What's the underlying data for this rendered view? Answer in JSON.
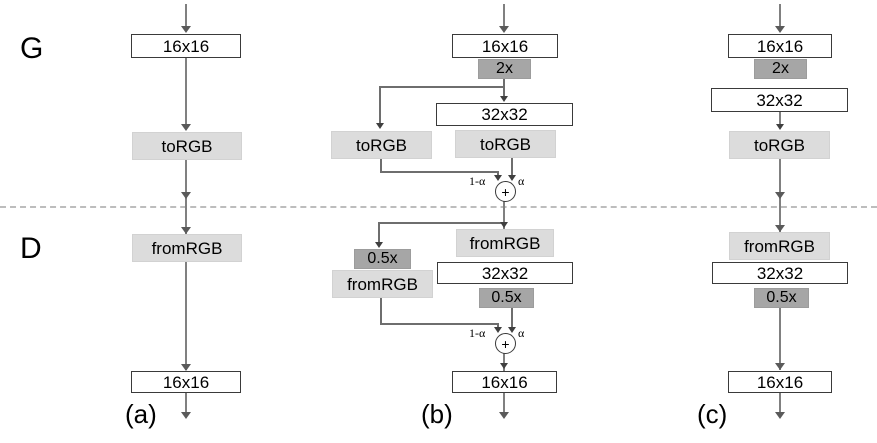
{
  "figure": {
    "type": "diagram",
    "description": "Progressive growing of GANs: generator and discriminator transition schematic",
    "row_labels": {
      "generator": "G",
      "discriminator": "D"
    },
    "divider": "dashed-horizontal-separator",
    "captions": {
      "a": "(a)",
      "b": "(b)",
      "c": "(c)"
    }
  },
  "columns": [
    {
      "id": "a",
      "caption": "(a)",
      "generator": {
        "blocks": [
          {
            "name": "res-16x16",
            "label": "16x16",
            "style": "white"
          },
          {
            "name": "torgb",
            "label": "toRGB",
            "style": "light"
          }
        ]
      },
      "discriminator": {
        "blocks": [
          {
            "name": "fromrgb",
            "label": "fromRGB",
            "style": "light"
          },
          {
            "name": "res-16x16",
            "label": "16x16",
            "style": "white"
          }
        ]
      }
    },
    {
      "id": "b",
      "caption": "(b)",
      "generator": {
        "blocks": [
          {
            "name": "res-16x16",
            "label": "16x16",
            "style": "white"
          },
          {
            "name": "upsample-2x",
            "label": "2x",
            "style": "dark"
          },
          {
            "name": "res-32x32",
            "label": "32x32",
            "style": "white"
          },
          {
            "name": "torgb-left",
            "label": "toRGB",
            "style": "light"
          },
          {
            "name": "torgb-right",
            "label": "toRGB",
            "style": "light"
          }
        ],
        "blend": {
          "left_weight": "1-α",
          "right_weight": "α",
          "operator": "+"
        }
      },
      "discriminator": {
        "blocks": [
          {
            "name": "downsample-0.5x-left",
            "label": "0.5x",
            "style": "dark"
          },
          {
            "name": "fromrgb-left",
            "label": "fromRGB",
            "style": "light"
          },
          {
            "name": "fromrgb-right",
            "label": "fromRGB",
            "style": "light"
          },
          {
            "name": "res-32x32",
            "label": "32x32",
            "style": "white"
          },
          {
            "name": "downsample-0.5x-right",
            "label": "0.5x",
            "style": "dark"
          },
          {
            "name": "res-16x16",
            "label": "16x16",
            "style": "white"
          }
        ],
        "blend": {
          "left_weight": "1-α",
          "right_weight": "α",
          "operator": "+"
        }
      }
    },
    {
      "id": "c",
      "caption": "(c)",
      "generator": {
        "blocks": [
          {
            "name": "res-16x16",
            "label": "16x16",
            "style": "white"
          },
          {
            "name": "upsample-2x",
            "label": "2x",
            "style": "dark"
          },
          {
            "name": "res-32x32",
            "label": "32x32",
            "style": "white"
          },
          {
            "name": "torgb",
            "label": "toRGB",
            "style": "light"
          }
        ]
      },
      "discriminator": {
        "blocks": [
          {
            "name": "fromrgb",
            "label": "fromRGB",
            "style": "light"
          },
          {
            "name": "res-32x32",
            "label": "32x32",
            "style": "white"
          },
          {
            "name": "downsample-0.5x",
            "label": "0.5x",
            "style": "dark"
          },
          {
            "name": "res-16x16",
            "label": "16x16",
            "style": "white"
          }
        ]
      }
    }
  ],
  "colors": {
    "box_white_fill": "#ffffff",
    "box_white_border": "#3a3a3a",
    "box_light_fill": "#dcdcdc",
    "box_dark_fill": "#a6a6a6",
    "connector": "#808080",
    "divider": "#bdbdbd",
    "text": "#000000"
  }
}
